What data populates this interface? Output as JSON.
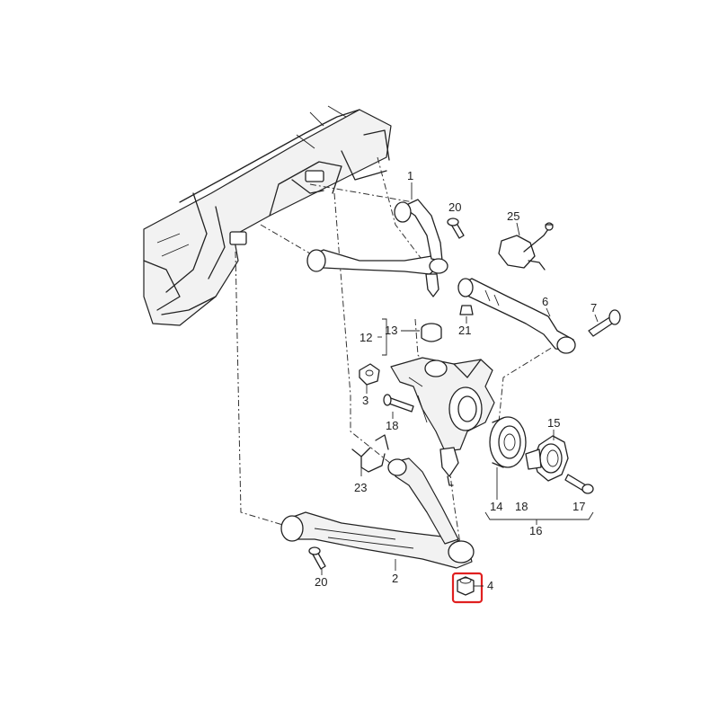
{
  "highlight_color": "#e02020",
  "labels": {
    "p1": "1",
    "p2": "2",
    "p3": "3",
    "p4": "4",
    "p6": "6",
    "p7": "7",
    "p12": "12",
    "p13": "13",
    "p14": "14",
    "p15": "15",
    "p16": "16",
    "p17": "17",
    "p18": "18",
    "p20a": "20",
    "p20b": "20",
    "p21": "21",
    "p23": "23",
    "p25": "25"
  }
}
